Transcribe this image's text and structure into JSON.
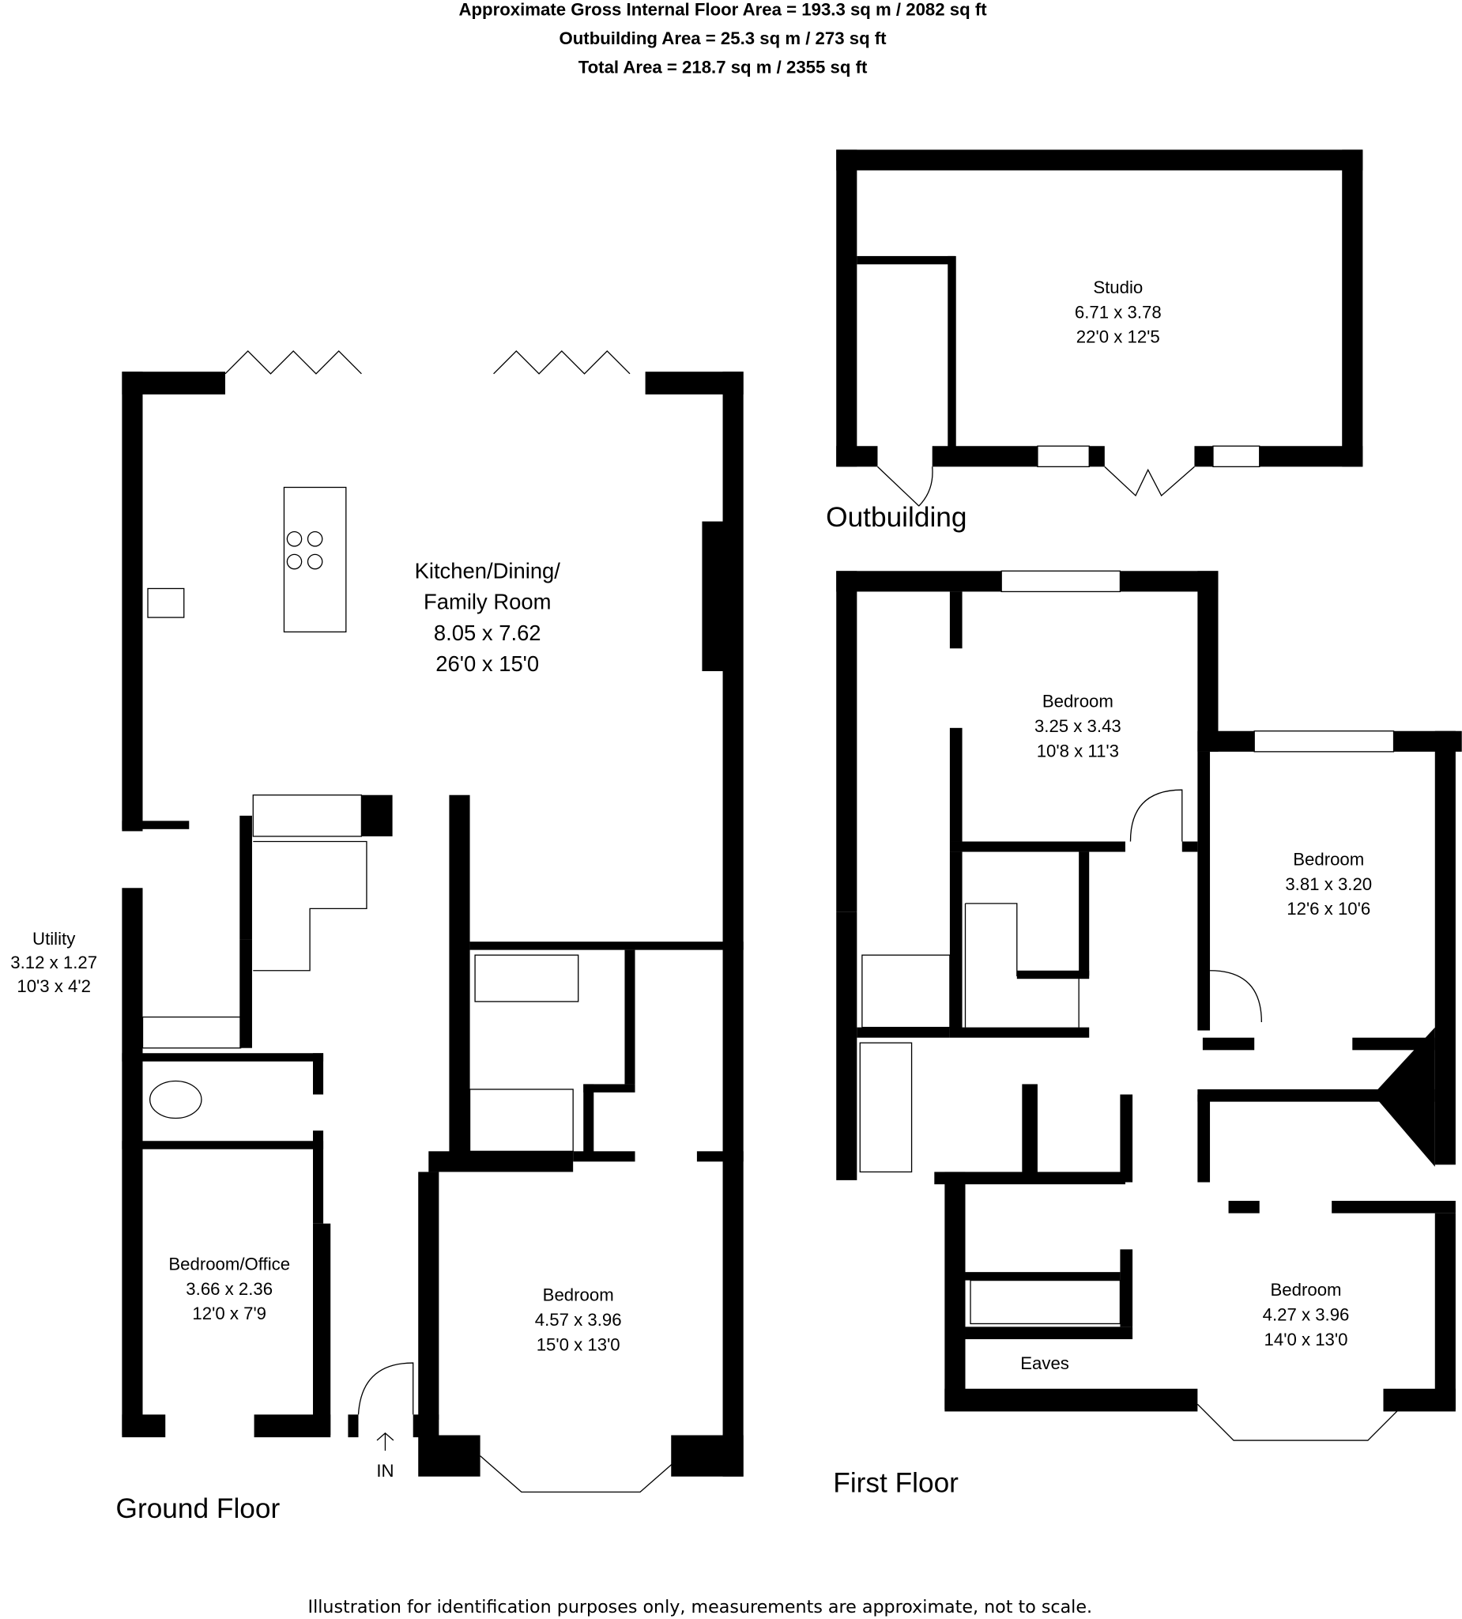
{
  "header": {
    "gross_area": "Approximate Gross Internal Floor Area  = 193.3 sq m  / 2082 sq ft",
    "outbuilding_area": "Outbuilding Area  = 25.3 sq m  / 273 sq ft",
    "total_area": "Total Area  = 218.7 sq m  / 2355 sq ft"
  },
  "floors": {
    "ground": "Ground Floor",
    "first": "First Floor",
    "outbuilding": "Outbuilding"
  },
  "rooms": {
    "kitchen": {
      "name1": "Kitchen/Dining/",
      "name2": "Family Room",
      "metric": "8.05 x 7.62",
      "imperial": "26'0 x 15'0"
    },
    "utility": {
      "name": "Utility",
      "metric": "3.12 x 1.27",
      "imperial": "10'3 x 4'2"
    },
    "office": {
      "name": "Bedroom/Office",
      "metric": "3.66 x 2.36",
      "imperial": "12'0 x 7'9"
    },
    "gf_bedroom": {
      "name": "Bedroom",
      "metric": "4.57 x 3.96",
      "imperial": "15'0 x 13'0"
    },
    "studio": {
      "name": "Studio",
      "metric": "6.71 x 3.78",
      "imperial": "22'0 x 12'5"
    },
    "ff_bedroom1": {
      "name": "Bedroom",
      "metric": "3.25 x 3.43",
      "imperial": "10'8 x 11'3"
    },
    "ff_bedroom2": {
      "name": "Bedroom",
      "metric": "3.81 x 3.20",
      "imperial": "12'6 x 10'6"
    },
    "ff_bedroom3": {
      "name": "Bedroom",
      "metric": "4.27 x 3.96",
      "imperial": "14'0 x 13'0"
    },
    "eaves": {
      "name": "Eaves"
    }
  },
  "entrance_label": "IN",
  "footer": "Illustration for identification purposes only, measurements are approximate, not to scale."
}
